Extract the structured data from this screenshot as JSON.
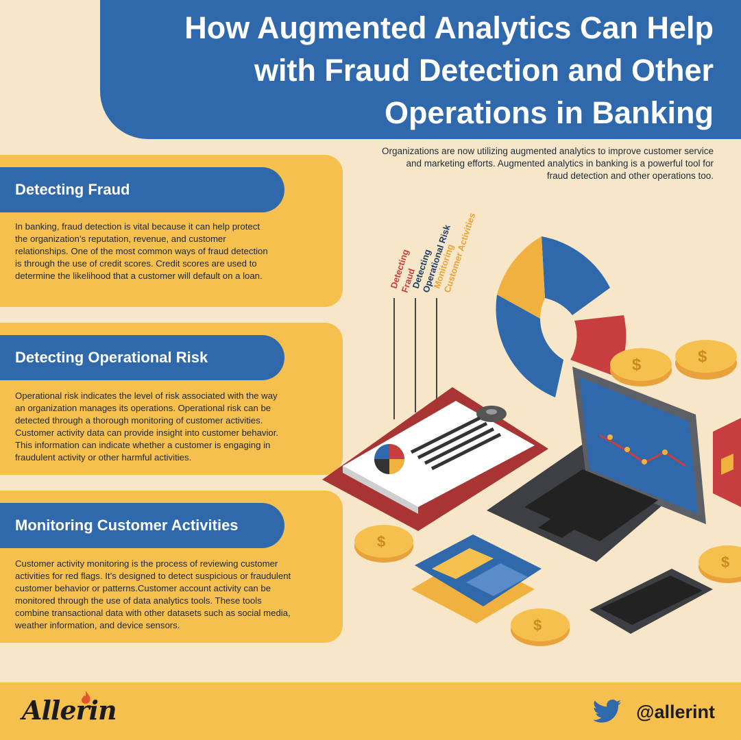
{
  "header": {
    "title_line1": "How Augmented Analytics Can Help",
    "title_line2": "with Fraud Detection and Other",
    "title_line3": "Operations in Banking"
  },
  "intro": {
    "line1": "Organizations are now utilizing augmented analytics to improve customer service",
    "line2": "and marketing efforts. Augmented analytics in banking is a powerful tool for",
    "line3": "fraud detection and other operations too."
  },
  "sections": [
    {
      "heading": "Detecting Fraud",
      "lines": [
        "In banking, fraud detection is vital because it can help protect",
        "the organization’s reputation, revenue, and customer",
        "relationships. One of the most common ways of fraud detection",
        "is through the use of credit scores. Credit scores are used to",
        "determine the likelihood that a customer will default on a loan."
      ]
    },
    {
      "heading": "Detecting Operational Risk",
      "lines": [
        "Operational risk indicates the level of risk associated with the way",
        "an organization manages its operations. Operational risk can be",
        "detected through a thorough monitoring of customer activities.",
        "Customer activity data can provide insight into customer behavior.",
        "This information can indicate whether a customer is engaging in",
        "fraudulent activity or other harmful activities."
      ]
    },
    {
      "heading": "Monitoring Customer Activities",
      "lines": [
        "Customer activity monitoring is the process of reviewing customer",
        "activities for red flags. It’s designed to detect suspicious or fraudulent",
        "customer behavior or patterns.Customer account activity can be",
        "monitored through the use of data analytics tools. These tools",
        "combine transactional data with other datasets such as social media,",
        "weather information, and device sensors."
      ]
    }
  ],
  "illustration_labels": {
    "detecting_1": "Detecting",
    "fraud": "Fraud",
    "detecting_2": "Detecting",
    "operational_risk": "Operational Risk",
    "monitoring": "Monitoring",
    "customer_activities": "Customer Activities"
  },
  "footer": {
    "logo": "Allerin",
    "handle": "@allerint"
  },
  "colors": {
    "blue": "#2f68ab",
    "yellow": "#f6c04e",
    "background": "#f7e7c8",
    "red": "#c83e3e",
    "orange": "#e9a23b"
  }
}
